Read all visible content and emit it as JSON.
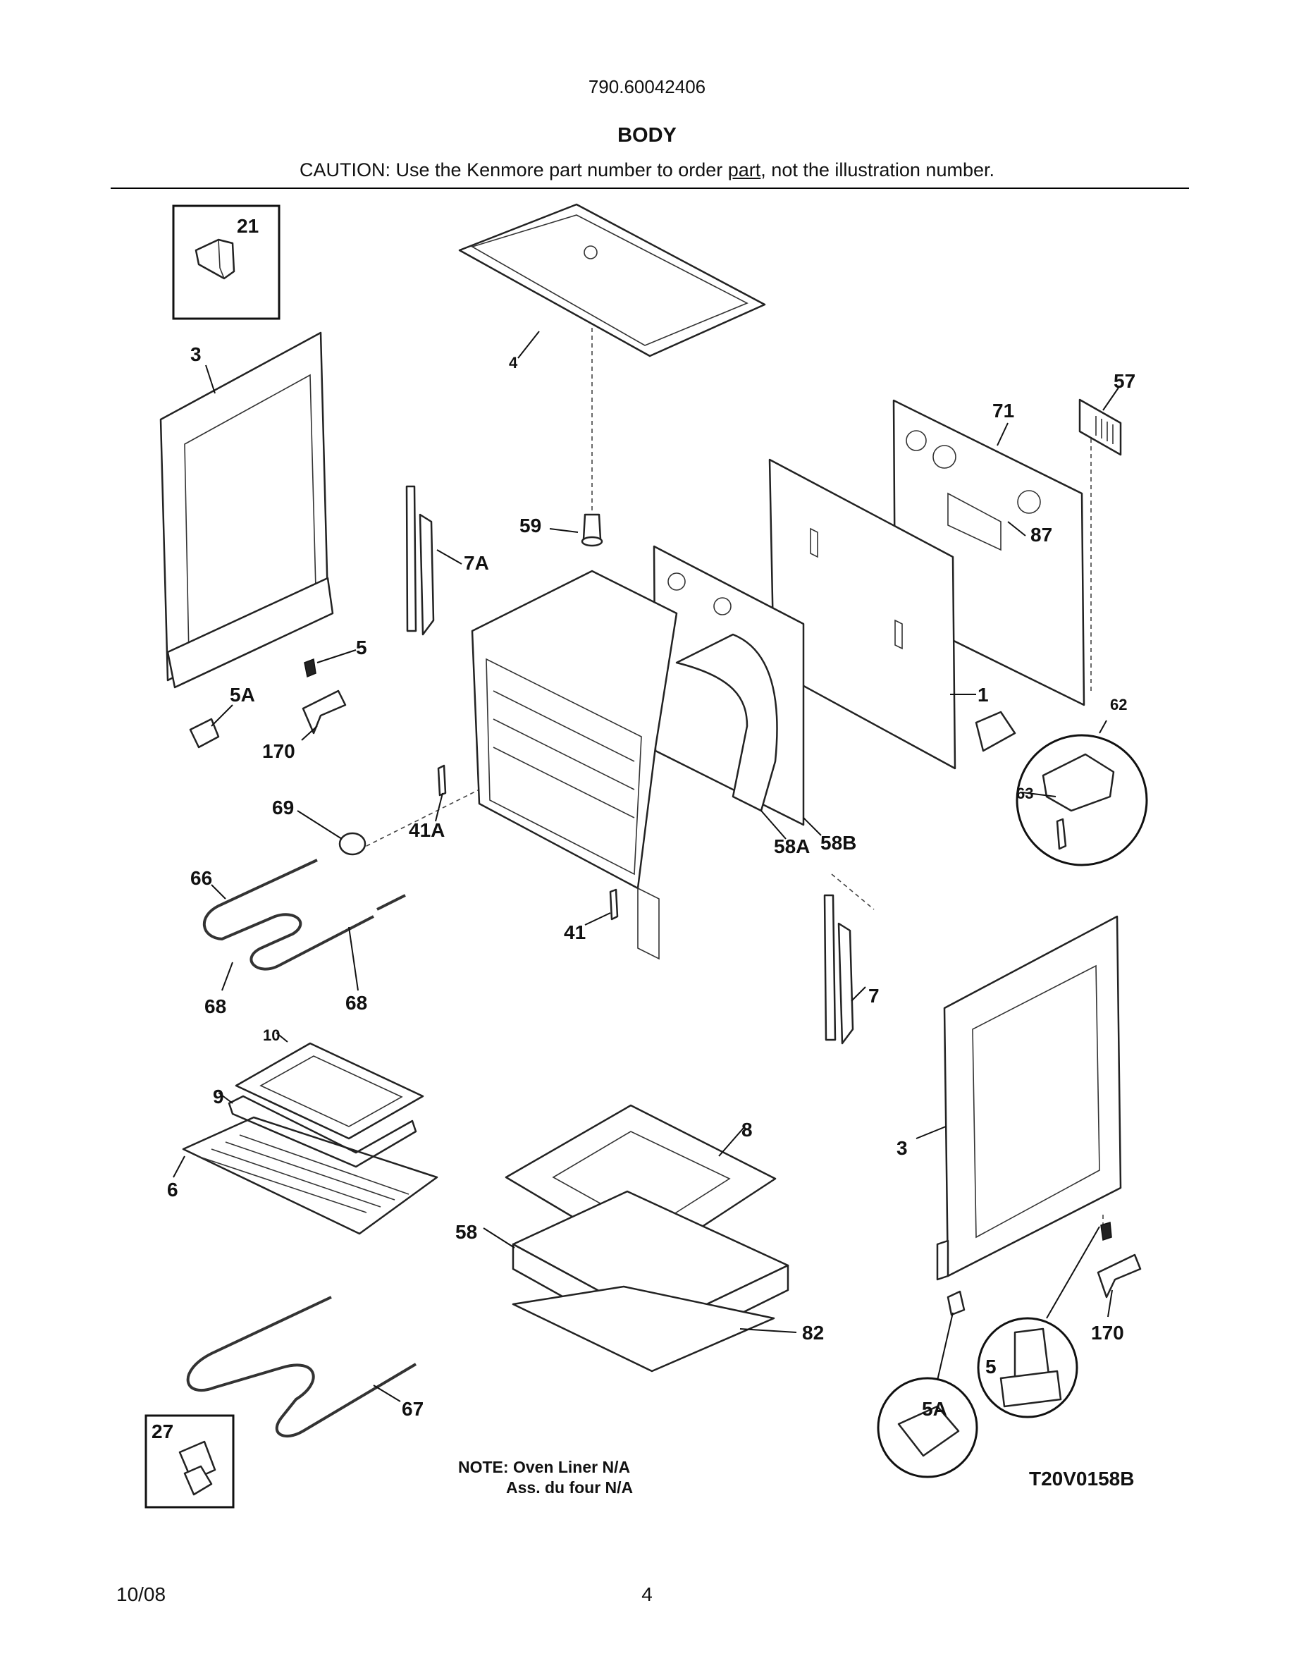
{
  "header": {
    "model_number": "790.60042406",
    "section_title": "BODY",
    "caution_before": "CAUTION: Use the Kenmore part number to order ",
    "caution_underlined": "part",
    "caution_after": ", not the illustration number."
  },
  "callouts": {
    "c21": "21",
    "c3_left": "3",
    "c4": "4",
    "c57": "57",
    "c71": "71",
    "c87": "87",
    "c59": "59",
    "c7A": "7A",
    "c5_left": "5",
    "c5A_left": "5A",
    "c170_left": "170",
    "c1": "1",
    "c62": "62",
    "c63": "63",
    "c69": "69",
    "c41A": "41A",
    "c58A": "58A",
    "c58B": "58B",
    "c66": "66",
    "c41": "41",
    "c7": "7",
    "c68_left": "68",
    "c68_right": "68",
    "c10": "10",
    "c9": "9",
    "c6": "6",
    "c8": "8",
    "c3_right": "3",
    "c58": "58",
    "c82": "82",
    "c170_right": "170",
    "c5_right": "5",
    "c5A_right": "5A",
    "c67": "67",
    "c27": "27"
  },
  "notes": {
    "line1": "NOTE: Oven Liner N/A",
    "line2": "Ass. du four N/A"
  },
  "drawing_code": "T20V0158B",
  "footer": {
    "date": "10/08",
    "page_number": "4"
  }
}
